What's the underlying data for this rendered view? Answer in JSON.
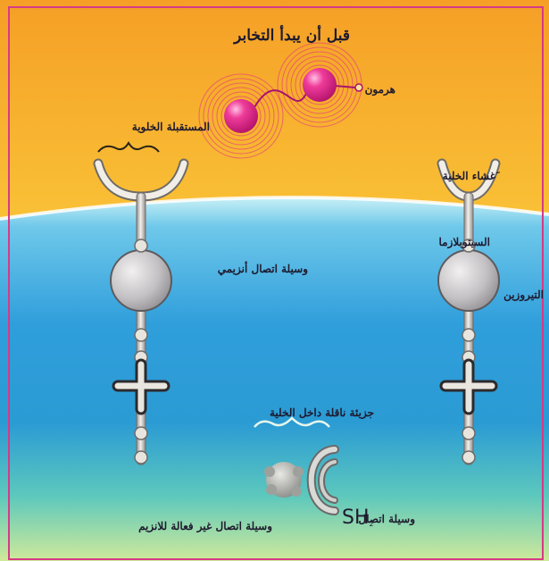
{
  "title": "قبل أن يبدأ التخابر",
  "labels": {
    "hormone": "هرمون",
    "cell_receptor": "المستقبلة الخلوية",
    "cell_membrane": "َغشاء الخلية",
    "cytoplasm": "السيتوبلازما",
    "enzyme_linker": "وسيلة اتصال أنزيمي",
    "tyrosine": "التيروزين",
    "intracellular_carrier": "جزيئة ناقلة داخل الخلية",
    "sh2_prefix": "وسيلة اتصال",
    "sh2_main": "SH",
    "sh2_sub": "2",
    "inactive_linker": "وسيلة اتصال غير فعالة للانزيم"
  },
  "colors": {
    "frame_border": "#d63a86",
    "top_gradient": [
      "#f7a82a",
      "#fce05a",
      "#fdf7cf"
    ],
    "bottom_gradient": [
      "#b7ecf5",
      "#35a8e0",
      "#2a9ad8",
      "#56c5c0",
      "#c5e79a"
    ],
    "hormone_sphere": "#e0288a",
    "receptor": "#dedad4",
    "globe": "#b8b5b8"
  }
}
